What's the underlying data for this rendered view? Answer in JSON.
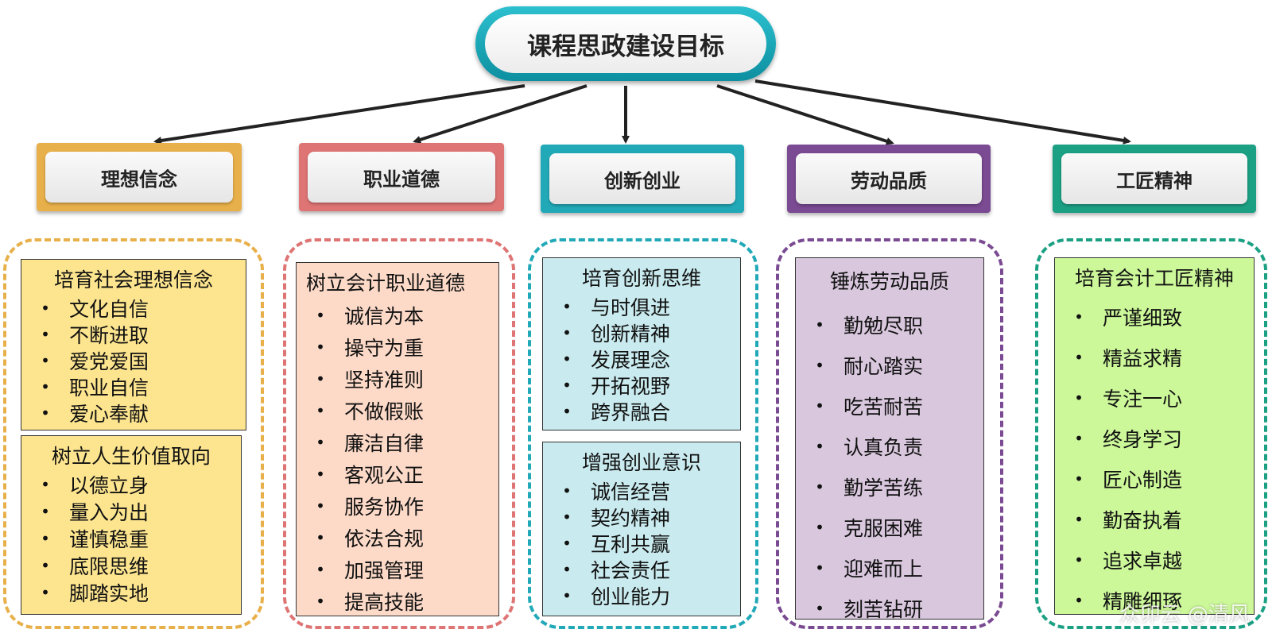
{
  "root": {
    "title": "课程思政建设目标",
    "color": "#16a6b6"
  },
  "bullet_glyph": "•",
  "categories": [
    {
      "id": "lixiang",
      "title": "理想信念",
      "color": "#e8b04a",
      "bg": "#fde58f",
      "boxes": [
        {
          "title": "培育社会理想信念",
          "items": [
            "文化自信",
            "不断进取",
            "爱党爱国",
            "职业自信",
            "爱心奉献"
          ]
        },
        {
          "title": "树立人生价值取向",
          "items": [
            "以德立身",
            "量入为出",
            "谨慎稳重",
            "底限思维",
            "脚踏实地"
          ]
        }
      ]
    },
    {
      "id": "zhiye",
      "title": "职业道德",
      "color": "#de7474",
      "bg": "#fddac8",
      "boxes": [
        {
          "title": "树立会计职业道德",
          "items": [
            "诚信为本",
            "操守为重",
            "坚持准则",
            "不做假账",
            "廉洁自律",
            "客观公正",
            "服务协作",
            "依法合规",
            "加强管理",
            "提高技能"
          ]
        }
      ]
    },
    {
      "id": "chuangxin",
      "title": "创新创业",
      "color": "#22a9b8",
      "bg": "#c9eaee",
      "boxes": [
        {
          "title": "培育创新思维",
          "items": [
            "与时俱进",
            "创新精神",
            "发展理念",
            "开拓视野",
            "跨界融合"
          ]
        },
        {
          "title": "增强创业意识",
          "items": [
            "诚信经营",
            "契约精神",
            "互利共赢",
            "社会责任",
            "创业能力"
          ]
        }
      ]
    },
    {
      "id": "laodong",
      "title": "劳动品质",
      "color": "#7a4a92",
      "bg": "#d8c7dd",
      "boxes": [
        {
          "title": "锤炼劳动品质",
          "items": [
            "勤勉尽职",
            "耐心踏实",
            "吃苦耐苦",
            "认真负责",
            "勤学苦练",
            "克服困难",
            "迎难而上",
            "刻苦钻研"
          ]
        }
      ]
    },
    {
      "id": "gongjiang",
      "title": "工匠精神",
      "color": "#1ca084",
      "bg": "#ccf89a",
      "boxes": [
        {
          "title": "培育会计工匠精神",
          "items": [
            "严谨细致",
            "精益求精",
            "专注一心",
            "终身学习",
            "匠心制造",
            "勤奋执着",
            "追求卓越",
            "精雕细琢"
          ]
        }
      ]
    }
  ],
  "watermark": "众卯云 @清风"
}
